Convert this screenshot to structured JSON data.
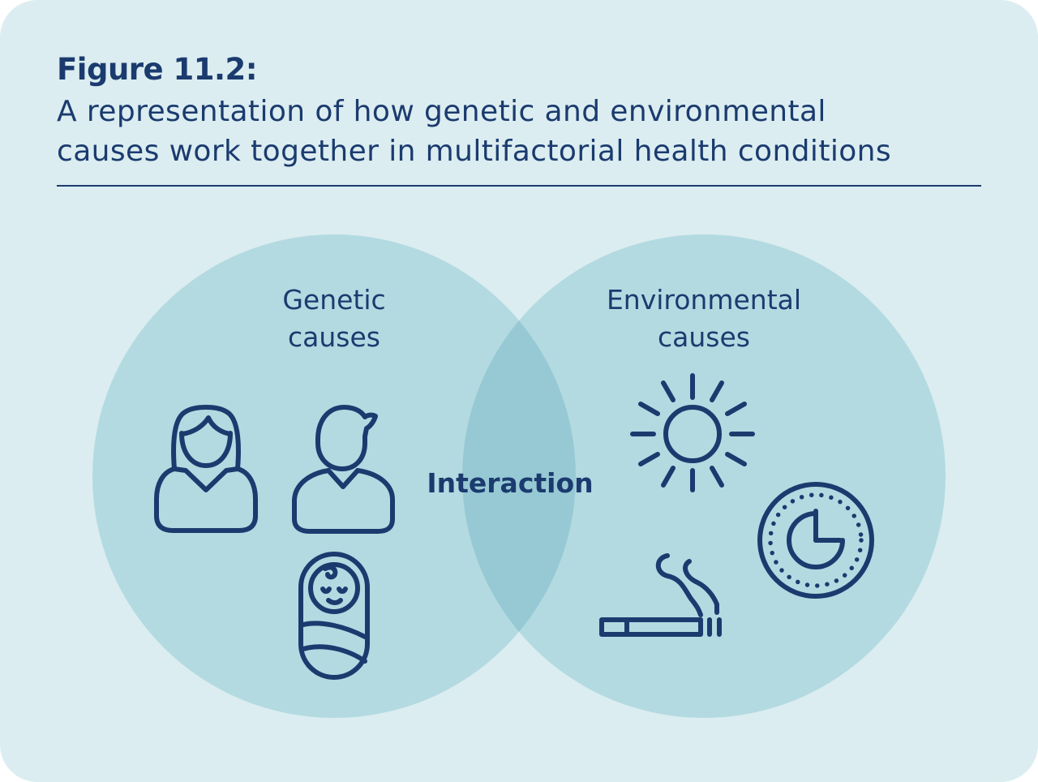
{
  "figure": {
    "label": "Figure 11.2:",
    "caption_line1": "A representation of how genetic and environmental",
    "caption_line2": "causes work together in multifactorial health conditions"
  },
  "venn": {
    "left_title_line1": "Genetic",
    "left_title_line2": "causes",
    "right_title_line1": "Environmental",
    "right_title_line2": "causes",
    "intersection_label": "Interaction",
    "left_icons": [
      "woman-icon",
      "man-icon",
      "baby-icon"
    ],
    "right_icons": [
      "sun-icon",
      "clock-icon",
      "cigarette-icon"
    ]
  },
  "colors": {
    "background": "#dbedf0",
    "circle": "#b3dae1",
    "overlap": "#97c9d4",
    "ink": "#1b3b6f"
  }
}
